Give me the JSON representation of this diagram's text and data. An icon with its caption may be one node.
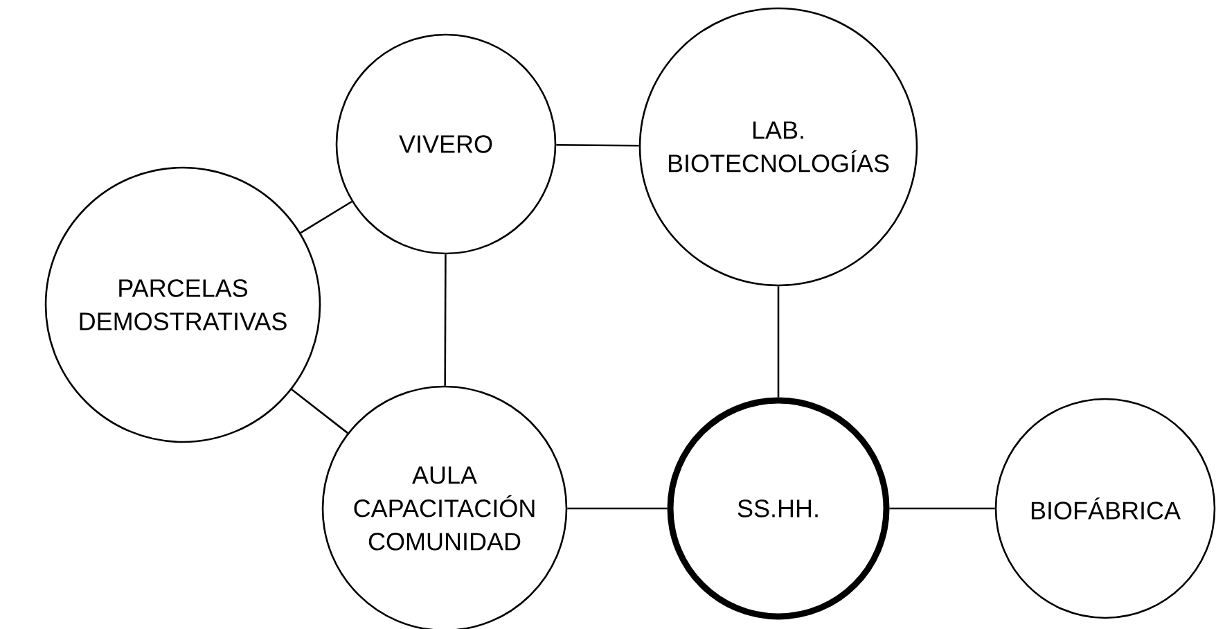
{
  "diagram": {
    "nodes": [
      {
        "text": [
          "VIVERO"
        ]
      },
      {
        "text": [
          "LAB. BIOTECNOLOGÍAS"
        ]
      },
      {
        "text": [
          "PARCELAS DEMOSTRATIVAS"
        ]
      },
      {
        "text": [
          "AULA CAPACITACIÓN COMUNIDAD"
        ]
      },
      {
        "text": [
          "SS.HH."
        ]
      },
      {
        "text": [
          "BIOFÁBRICA"
        ]
      }
    ],
    "edges": [
      {
        "from": 0,
        "to": 1,
        "arrow": "none"
      },
      {
        "from": 2,
        "to": 0,
        "arrow": "none"
      },
      {
        "from": 0,
        "to": 3,
        "arrow": "none"
      },
      {
        "from": 2,
        "to": 3,
        "arrow": "none"
      },
      {
        "from": 3,
        "to": 4,
        "arrow": "none"
      },
      {
        "from": 1,
        "to": 4,
        "arrow": "none"
      },
      {
        "from": 4,
        "to": 5,
        "arrow": "none"
      }
    ]
  }
}
